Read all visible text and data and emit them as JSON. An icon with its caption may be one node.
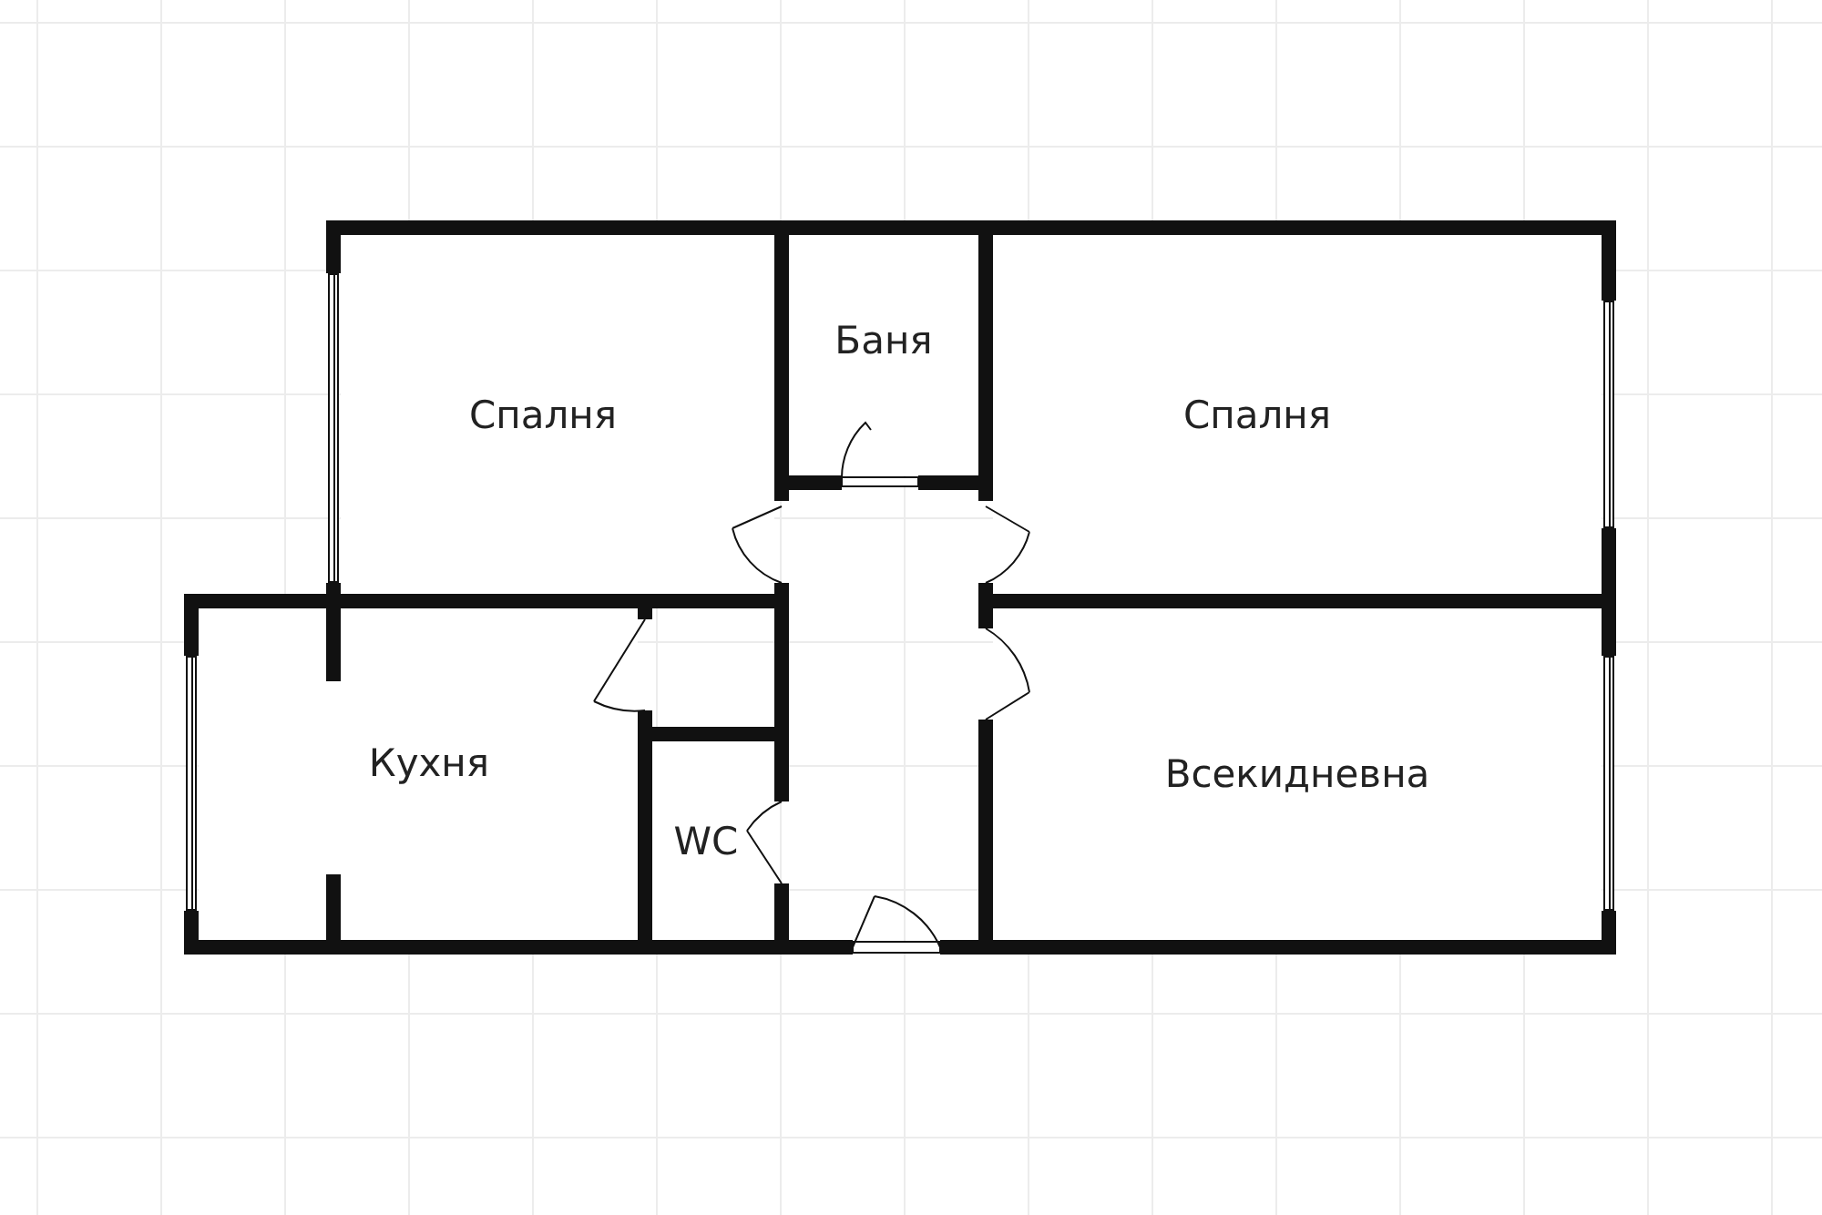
{
  "diagram": {
    "nodes": [
      {
        "text": [
          "Спалня"
        ]
      },
      {
        "text": [
          "Баня"
        ]
      },
      {
        "text": [
          "Спалня"
        ]
      },
      {
        "text": [
          "Кухня"
        ]
      },
      {
        "text": [
          "WC"
        ]
      },
      {
        "text": [
          "Всекидневна"
        ]
      }
    ]
  }
}
